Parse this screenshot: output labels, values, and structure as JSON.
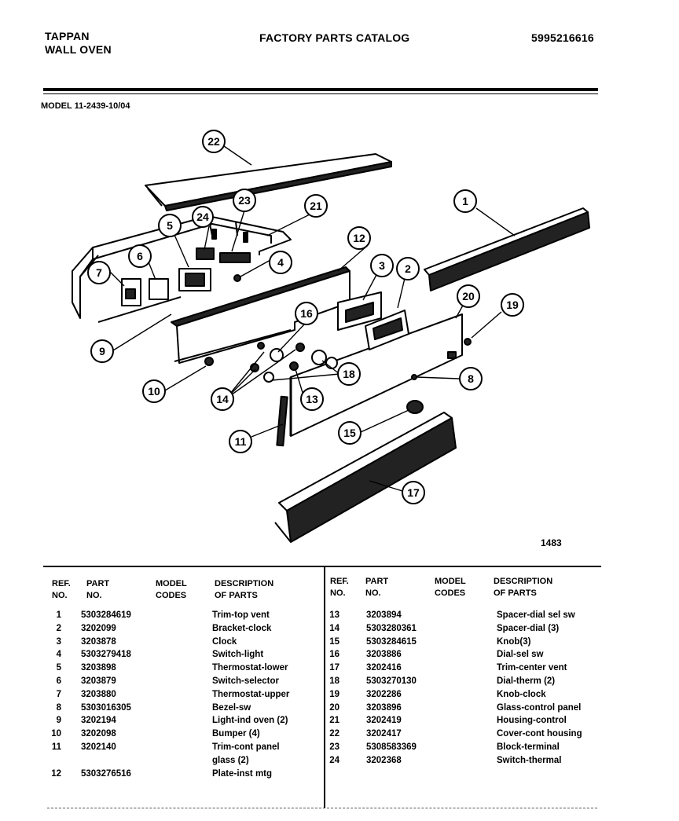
{
  "header": {
    "brand_line1": "TAPPAN",
    "brand_line2": "WALL OVEN",
    "title": "FACTORY PARTS CATALOG",
    "catalog_number": "5995216616"
  },
  "model_line": "MODEL 11-2439-10/04",
  "diagram": {
    "figure_number": "1483",
    "callouts": [
      "1",
      "2",
      "3",
      "4",
      "5",
      "6",
      "7",
      "8",
      "9",
      "10",
      "11",
      "12",
      "13",
      "14",
      "15",
      "16",
      "17",
      "18",
      "19",
      "20",
      "21",
      "22",
      "23",
      "24"
    ]
  },
  "table": {
    "headers": {
      "ref_line1": "REF.",
      "ref_line2": "NO.",
      "part_line1": "PART",
      "part_line2": "NO.",
      "model_line1": "MODEL",
      "model_line2": "CODES",
      "desc_line1": "DESCRIPTION",
      "desc_line2": "OF PARTS"
    },
    "left_rows": [
      {
        "ref": "1",
        "part": "5303284619",
        "desc": "Trim-top vent"
      },
      {
        "ref": "2",
        "part": "3202099",
        "desc": "Bracket-clock"
      },
      {
        "ref": "3",
        "part": "3203878",
        "desc": "Clock"
      },
      {
        "ref": "4",
        "part": "5303279418",
        "desc": "Switch-light"
      },
      {
        "ref": "5",
        "part": "3203898",
        "desc": "Thermostat-lower"
      },
      {
        "ref": "6",
        "part": "3203879",
        "desc": "Switch-selector"
      },
      {
        "ref": "7",
        "part": "3203880",
        "desc": "Thermostat-upper"
      },
      {
        "ref": "8",
        "part": "5303016305",
        "desc": "Bezel-sw"
      },
      {
        "ref": "9",
        "part": "3202194",
        "desc": "Light-ind oven (2)"
      },
      {
        "ref": "10",
        "part": "3202098",
        "desc": "Bumper (4)"
      },
      {
        "ref": "11",
        "part": "3202140",
        "desc": "Trim-cont panel",
        "desc2": "glass (2)"
      },
      {
        "ref": "12",
        "part": "5303276516",
        "desc": "Plate-inst mtg"
      }
    ],
    "right_rows": [
      {
        "ref": "13",
        "part": "3203894",
        "desc": "Spacer-dial sel sw"
      },
      {
        "ref": "14",
        "part": "5303280361",
        "desc": "Spacer-dial (3)"
      },
      {
        "ref": "15",
        "part": "5303284615",
        "desc": "Knob(3)"
      },
      {
        "ref": "16",
        "part": "3203886",
        "desc": "Dial-sel sw"
      },
      {
        "ref": "17",
        "part": "3202416",
        "desc": "Trim-center vent"
      },
      {
        "ref": "18",
        "part": "5303270130",
        "desc": "Dial-therm (2)"
      },
      {
        "ref": "19",
        "part": "3202286",
        "desc": "Knob-clock"
      },
      {
        "ref": "20",
        "part": "3203896",
        "desc": "Glass-control panel"
      },
      {
        "ref": "21",
        "part": "3202419",
        "desc": "Housing-control"
      },
      {
        "ref": "22",
        "part": "3202417",
        "desc": "Cover-cont housing"
      },
      {
        "ref": "23",
        "part": "5308583369",
        "desc": "Block-terminal"
      },
      {
        "ref": "24",
        "part": "3202368",
        "desc": "Switch-thermal"
      }
    ]
  }
}
